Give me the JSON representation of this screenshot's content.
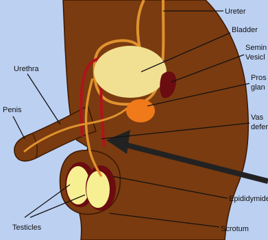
{
  "colors": {
    "background": "#bcd0f2",
    "body": "#7a3b10",
    "outline": "#3a1800",
    "duct": "#e0922e",
    "urethra": "#b0141a",
    "bladder": "#f1e091",
    "prostate": "#f07a1a",
    "testis": "#f7f092",
    "epididymis": "#6b0c10",
    "arrow": "#222222",
    "leader": "#111111"
  },
  "labels": {
    "ureter": "Ureter",
    "bladder": "Bladder",
    "seminal_line1": "Semin",
    "seminal_line2": "Vesicl",
    "prostate_line1": "Pros",
    "prostate_line2": "glan",
    "vas_line1": "Vas",
    "vas_line2": "defere",
    "urethra": "Urethra",
    "penis": "Penis",
    "epididymis": "Epididymide",
    "testicles": "Testicles",
    "scrotum": "Scrotum"
  }
}
